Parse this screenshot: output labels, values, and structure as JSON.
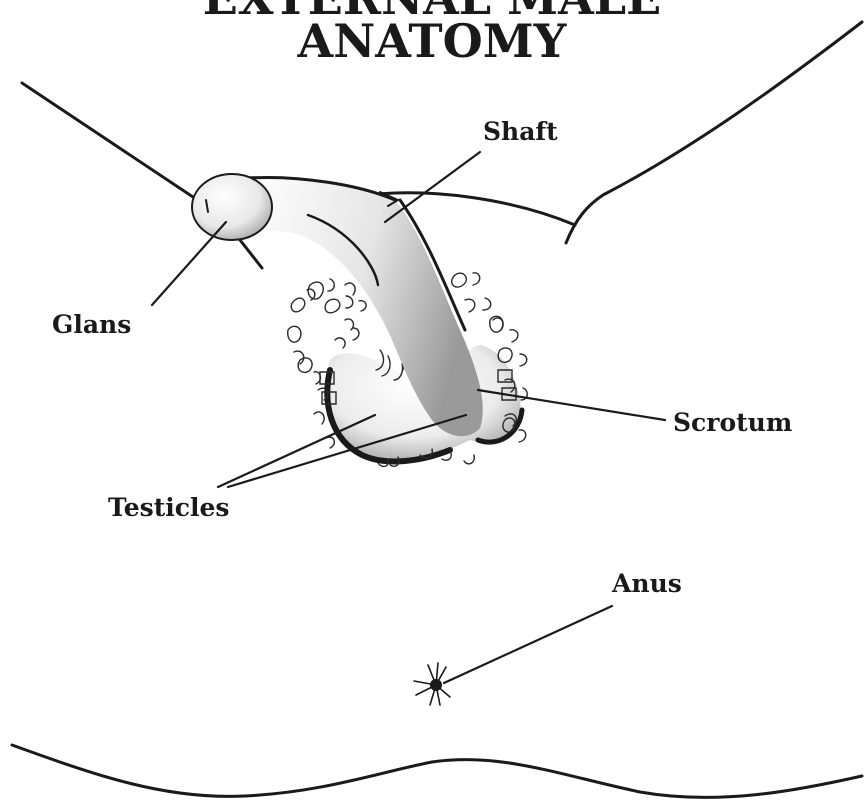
{
  "title": {
    "line1": "EXTERNAL MALE",
    "line2": "ANATOMY"
  },
  "labels": {
    "shaft": "Shaft",
    "glans": "Glans",
    "scrotum": "Scrotum",
    "testicles": "Testicles",
    "anus": "Anus"
  }
}
